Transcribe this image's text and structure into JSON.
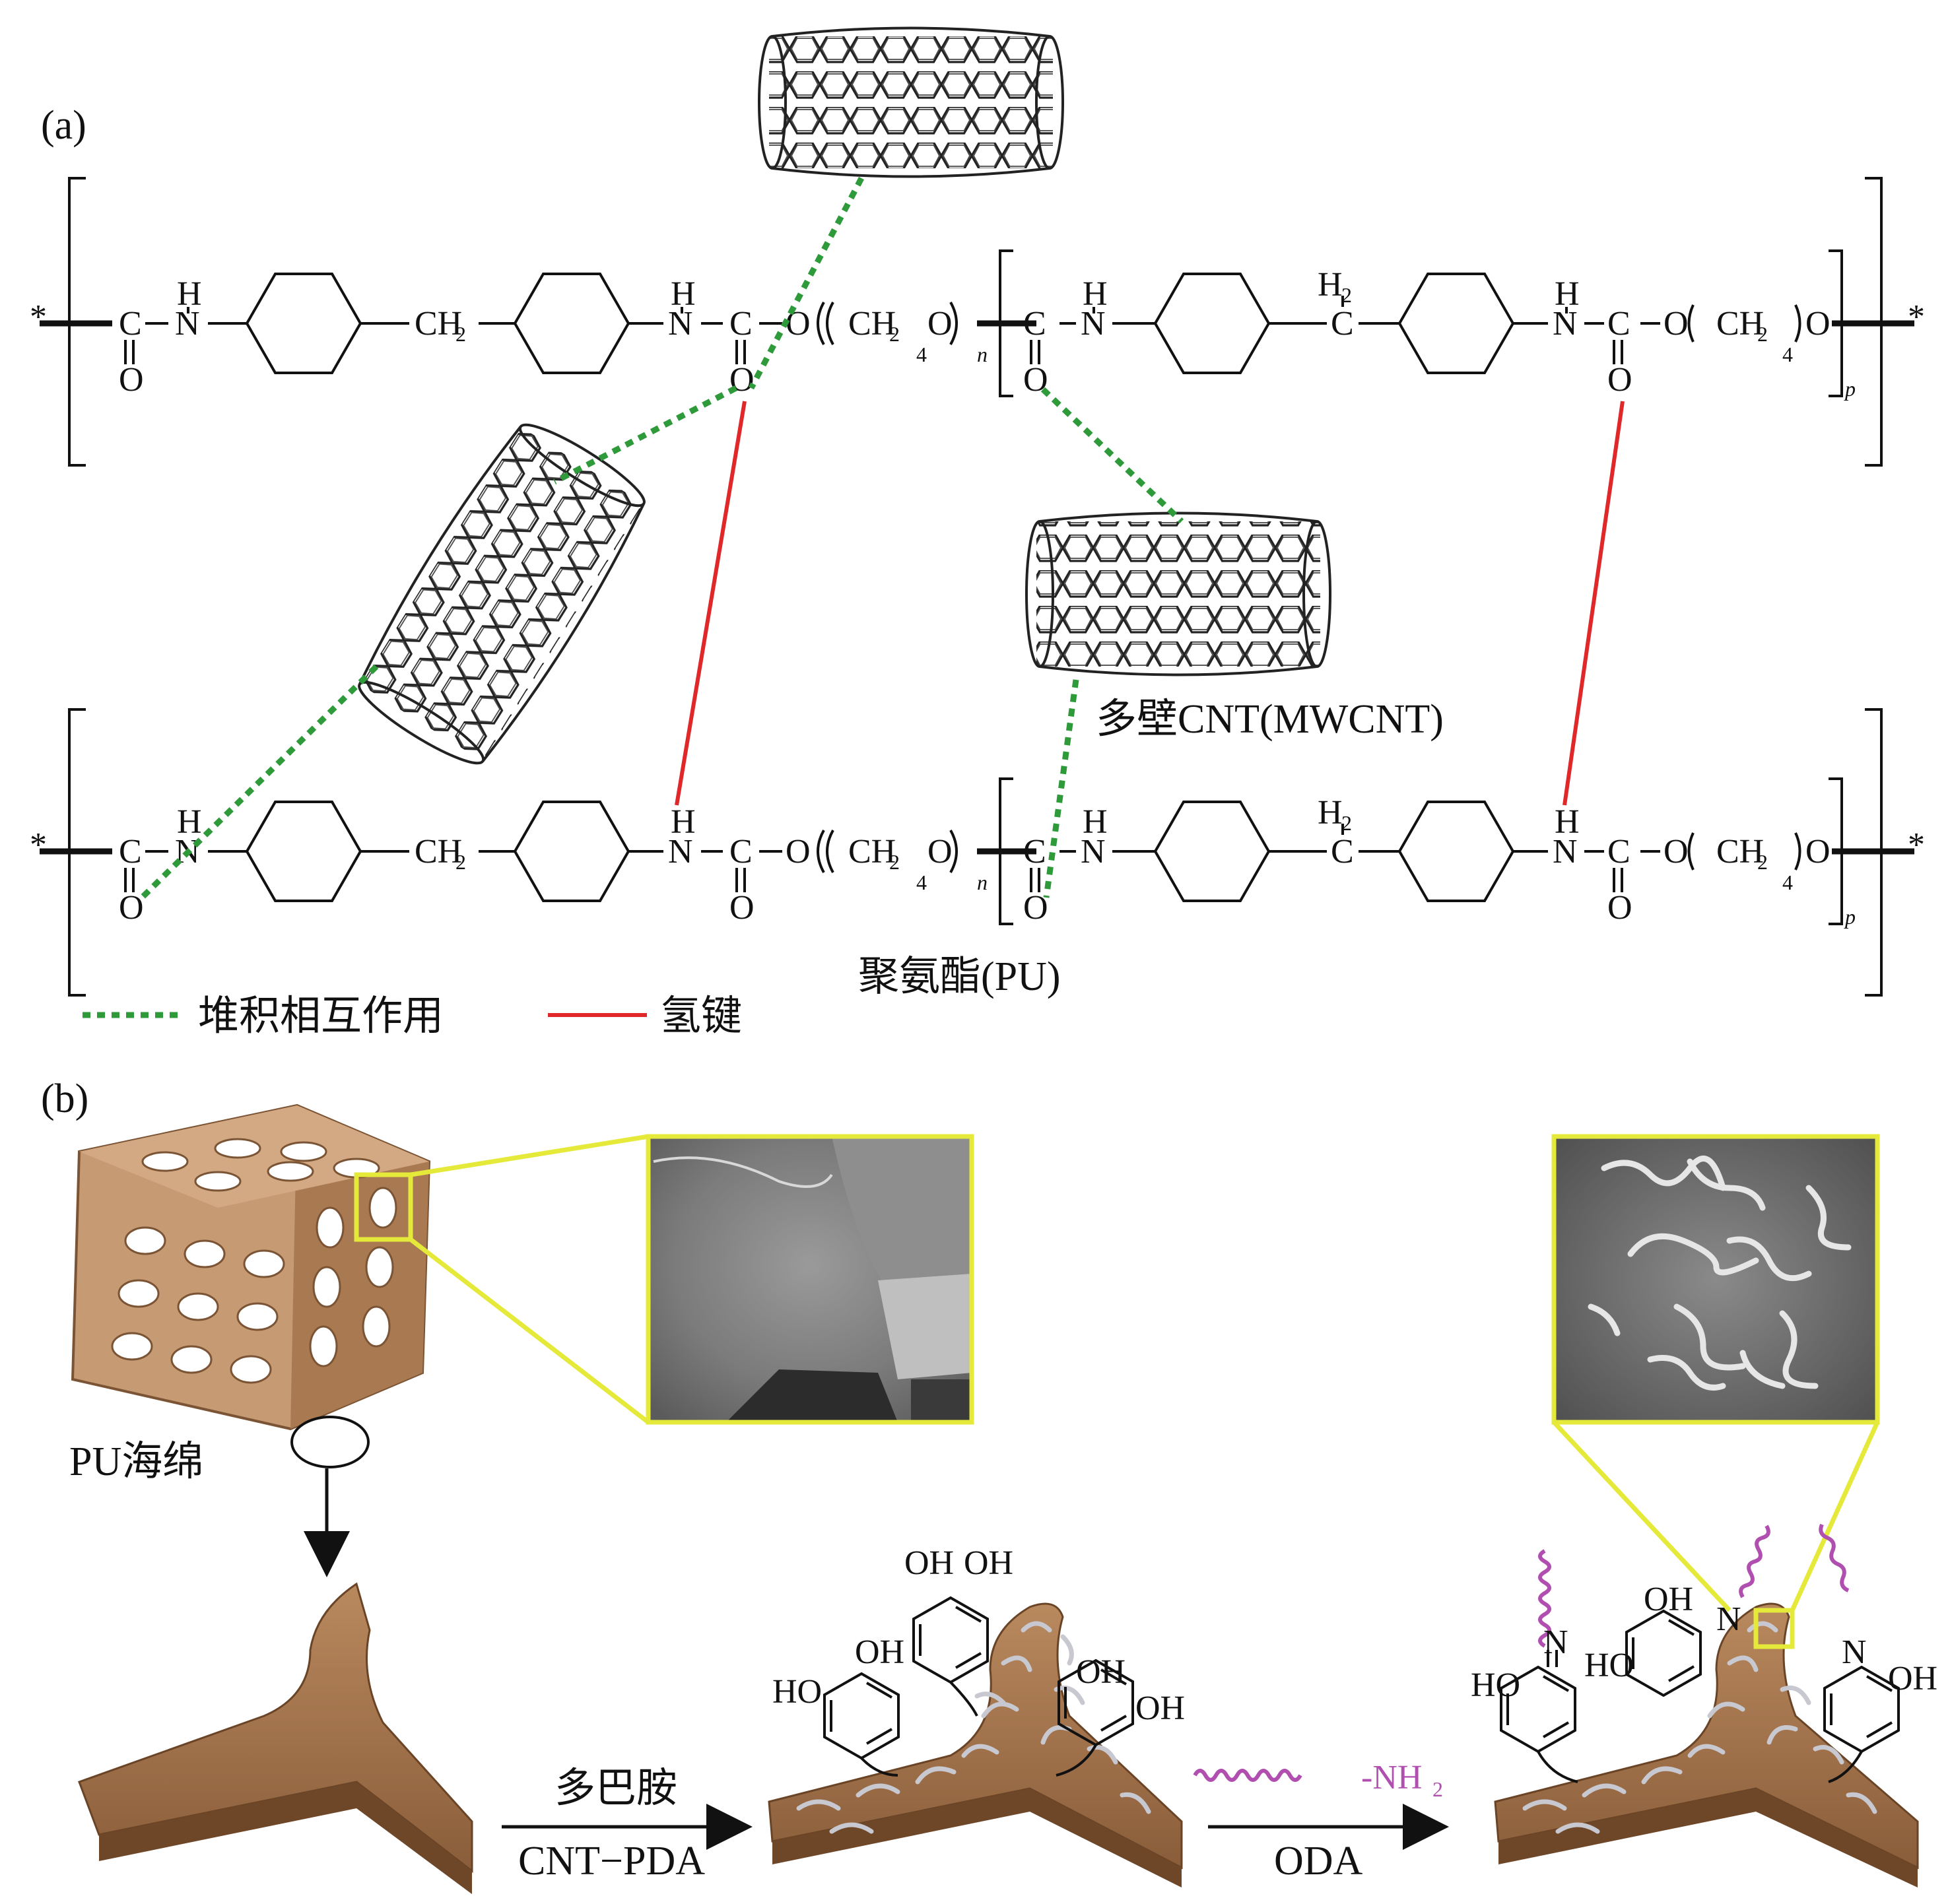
{
  "panel_a": {
    "label": "(a)",
    "chain_text": {
      "star": "*",
      "C": "C",
      "H": "H",
      "N": "N",
      "O": "O",
      "CH2": "CH",
      "CH2_sub": "2",
      "H2": "H",
      "H2_sub": "2",
      "sub4": "4",
      "sub_n": "n",
      "sub_p": "p"
    },
    "mwcnt_label": "多壁CNT(MWCNT)",
    "pu_label": "聚氨酯(PU)",
    "legend": {
      "stacking": "堆积相互作用",
      "hbond": "氢键"
    },
    "colors": {
      "stacking": "#2e9a3a",
      "hbond": "#e0282a"
    }
  },
  "panel_b": {
    "label": "(b)",
    "sponge_label": "PU海绵",
    "step1_top": "多巴胺",
    "step1_bottom": "CNT−PDA",
    "step2_top": "-NH",
    "step2_top_sub": "2",
    "step2_bottom": "ODA",
    "groups": {
      "OH": "OH",
      "HO": "HO",
      "N": "N"
    },
    "colors": {
      "foam": "#b88a62",
      "highlight": "#e5ea3a",
      "oda": "#b04fb0"
    }
  }
}
